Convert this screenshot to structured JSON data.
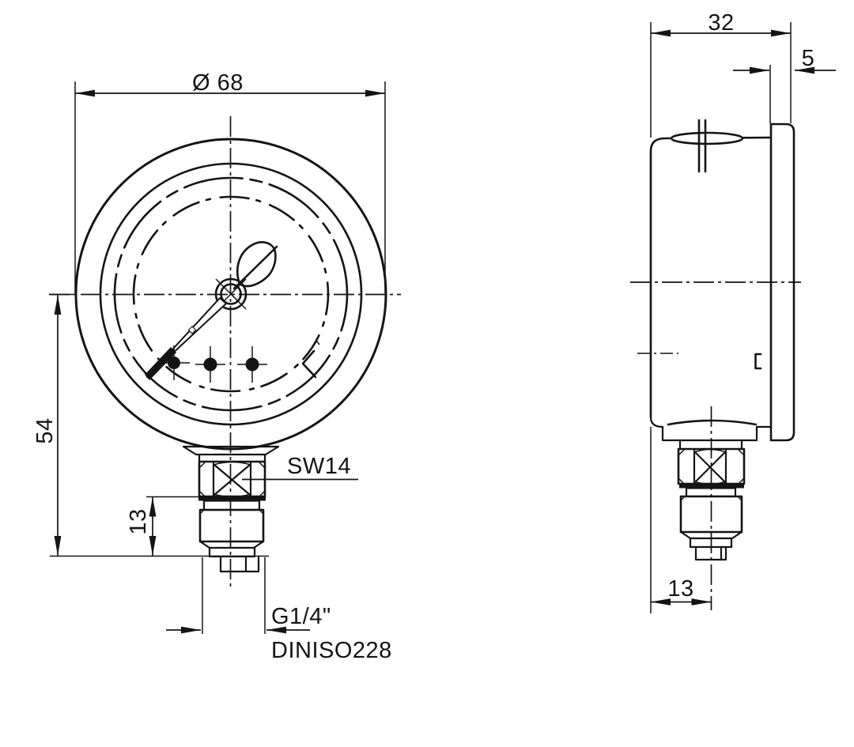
{
  "drawing": {
    "type": "technical-dimension-drawing",
    "subject": "pressure gauge, bottom connection, front and side views",
    "background": "#ffffff",
    "line_color": "#141414"
  },
  "labels": {
    "diameter": "Ø 68",
    "case_height": "54",
    "thread_length": "13",
    "wrench": "SW14",
    "thread": "G1/4\"",
    "standard": "DINISO228",
    "depth": "32",
    "bezel_thickness": "5",
    "stem_offset": "13"
  }
}
